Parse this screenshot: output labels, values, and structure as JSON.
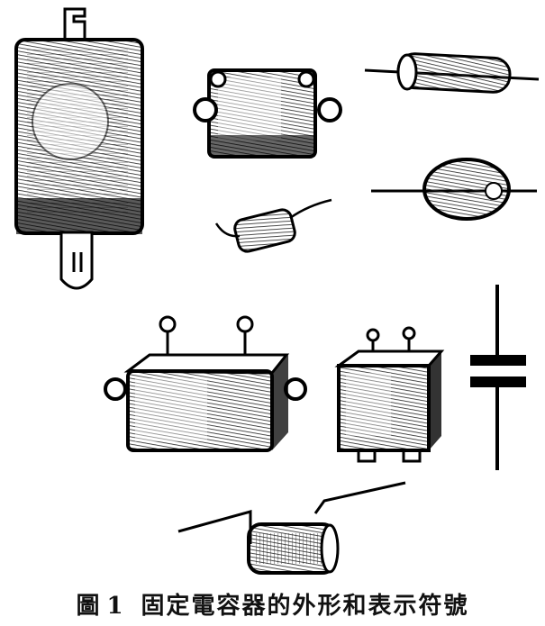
{
  "caption": {
    "figure_label": "圖",
    "figure_number": "1",
    "title": "固定電容器的外形和表示符號"
  }
}
